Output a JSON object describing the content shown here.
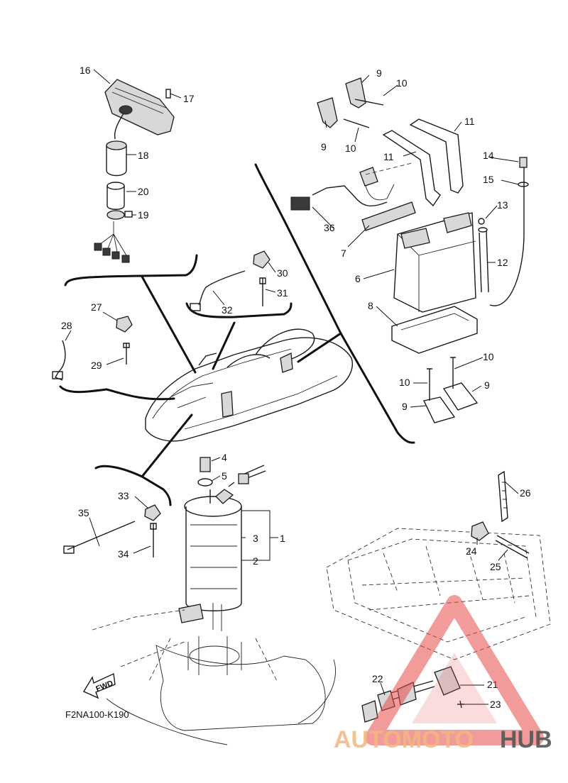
{
  "diagram": {
    "drawing_code": "F2NA100-K190",
    "forward_marker": "FWD",
    "callouts": {
      "c1": "1",
      "c2": "2",
      "c3": "3",
      "c4": "4",
      "c5": "5",
      "c6": "6",
      "c7": "7",
      "c8": "8",
      "c9a": "9",
      "c9b": "9",
      "c9c": "9",
      "c9d": "9",
      "c10a": "10",
      "c10b": "10",
      "c10c": "10",
      "c10d": "10",
      "c11a": "11",
      "c11b": "11",
      "c12": "12",
      "c13": "13",
      "c14": "14",
      "c15": "15",
      "c16": "16",
      "c17": "17",
      "c18": "18",
      "c19": "19",
      "c20": "20",
      "c21": "21",
      "c22": "22",
      "c23": "23",
      "c24": "24",
      "c25": "25",
      "c26": "26",
      "c27": "27",
      "c28": "28",
      "c29": "29",
      "c30": "30",
      "c31": "31",
      "c32": "32",
      "c33": "33",
      "c34": "34",
      "c35": "35",
      "c36": "36"
    }
  },
  "watermark": {
    "part1": "AUTOMOTO",
    "part2": "HUB",
    "triangle_color": "#e84a4a",
    "accent_color": "#f2b880",
    "text_color": "#555555"
  }
}
